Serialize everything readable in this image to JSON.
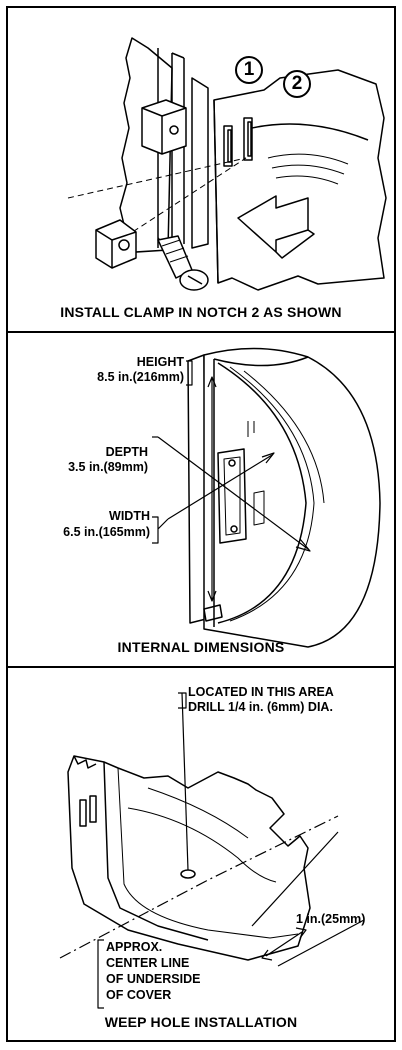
{
  "panels": {
    "clamp": {
      "caption": "INSTALL CLAMP IN NOTCH 2 AS SHOWN",
      "callouts": [
        "1",
        "2"
      ]
    },
    "dimensions": {
      "caption": "INTERNAL DIMENSIONS",
      "height_label": "HEIGHT",
      "height_value": "8.5 in.(216mm)",
      "depth_label": "DEPTH",
      "depth_value": "3.5 in.(89mm)",
      "width_label": "WIDTH",
      "width_value": "6.5 in.(165mm)"
    },
    "weep": {
      "caption": "WEEP HOLE INSTALLATION",
      "located_line1": "LOCATED IN THIS AREA",
      "located_line2": "DRILL 1/4 in. (6mm) DIA.",
      "distance": "1 in.(25mm)",
      "approx_line1": "APPROX.",
      "approx_line2": "CENTER LINE",
      "approx_line3": "OF UNDERSIDE",
      "approx_line4": "OF COVER"
    }
  }
}
